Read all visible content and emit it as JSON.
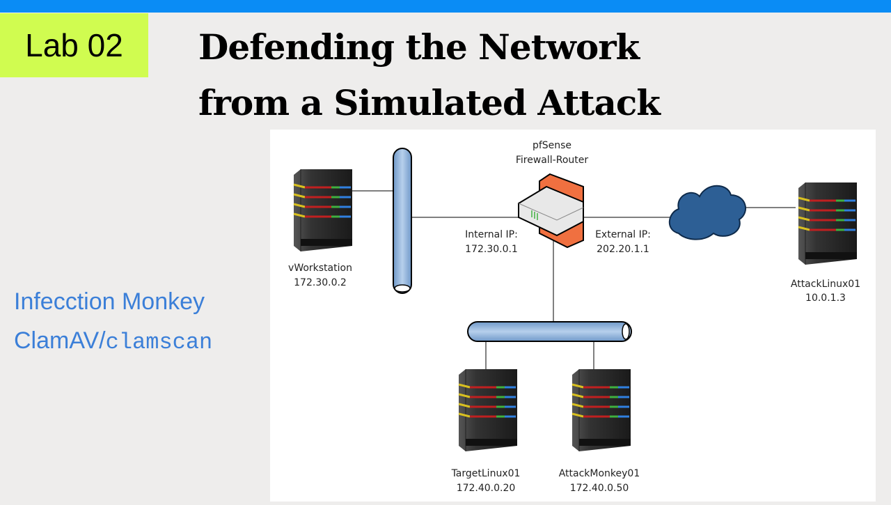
{
  "header": {
    "lab_label": "Lab 02",
    "title_line1": "Defending the Network",
    "title_line2": "from a Simulated Attack"
  },
  "tools": {
    "item1": "Infecction Monkey",
    "item2_prefix": "ClamAV/",
    "item2_code": "clamscan"
  },
  "colors": {
    "top_bar": "#0a8cf5",
    "lab_badge": "#d0fc50",
    "tools_text": "#3b7fd8",
    "bus": "#8fb4dc",
    "firewall": "#f07040"
  },
  "diagram": {
    "router": {
      "name": "pfSense",
      "role": "Firewall-Router",
      "internal_label": "Internal IP:",
      "internal_ip": "172.30.0.1",
      "external_label": "External IP:",
      "external_ip": "202.20.1.1"
    },
    "nodes": [
      {
        "name": "vWorkstation",
        "ip": "172.30.0.2"
      },
      {
        "name": "AttackLinux01",
        "ip": "10.0.1.3"
      },
      {
        "name": "TargetLinux01",
        "ip": "172.40.0.20"
      },
      {
        "name": "AttackMonkey01",
        "ip": "172.40.0.50"
      }
    ]
  }
}
